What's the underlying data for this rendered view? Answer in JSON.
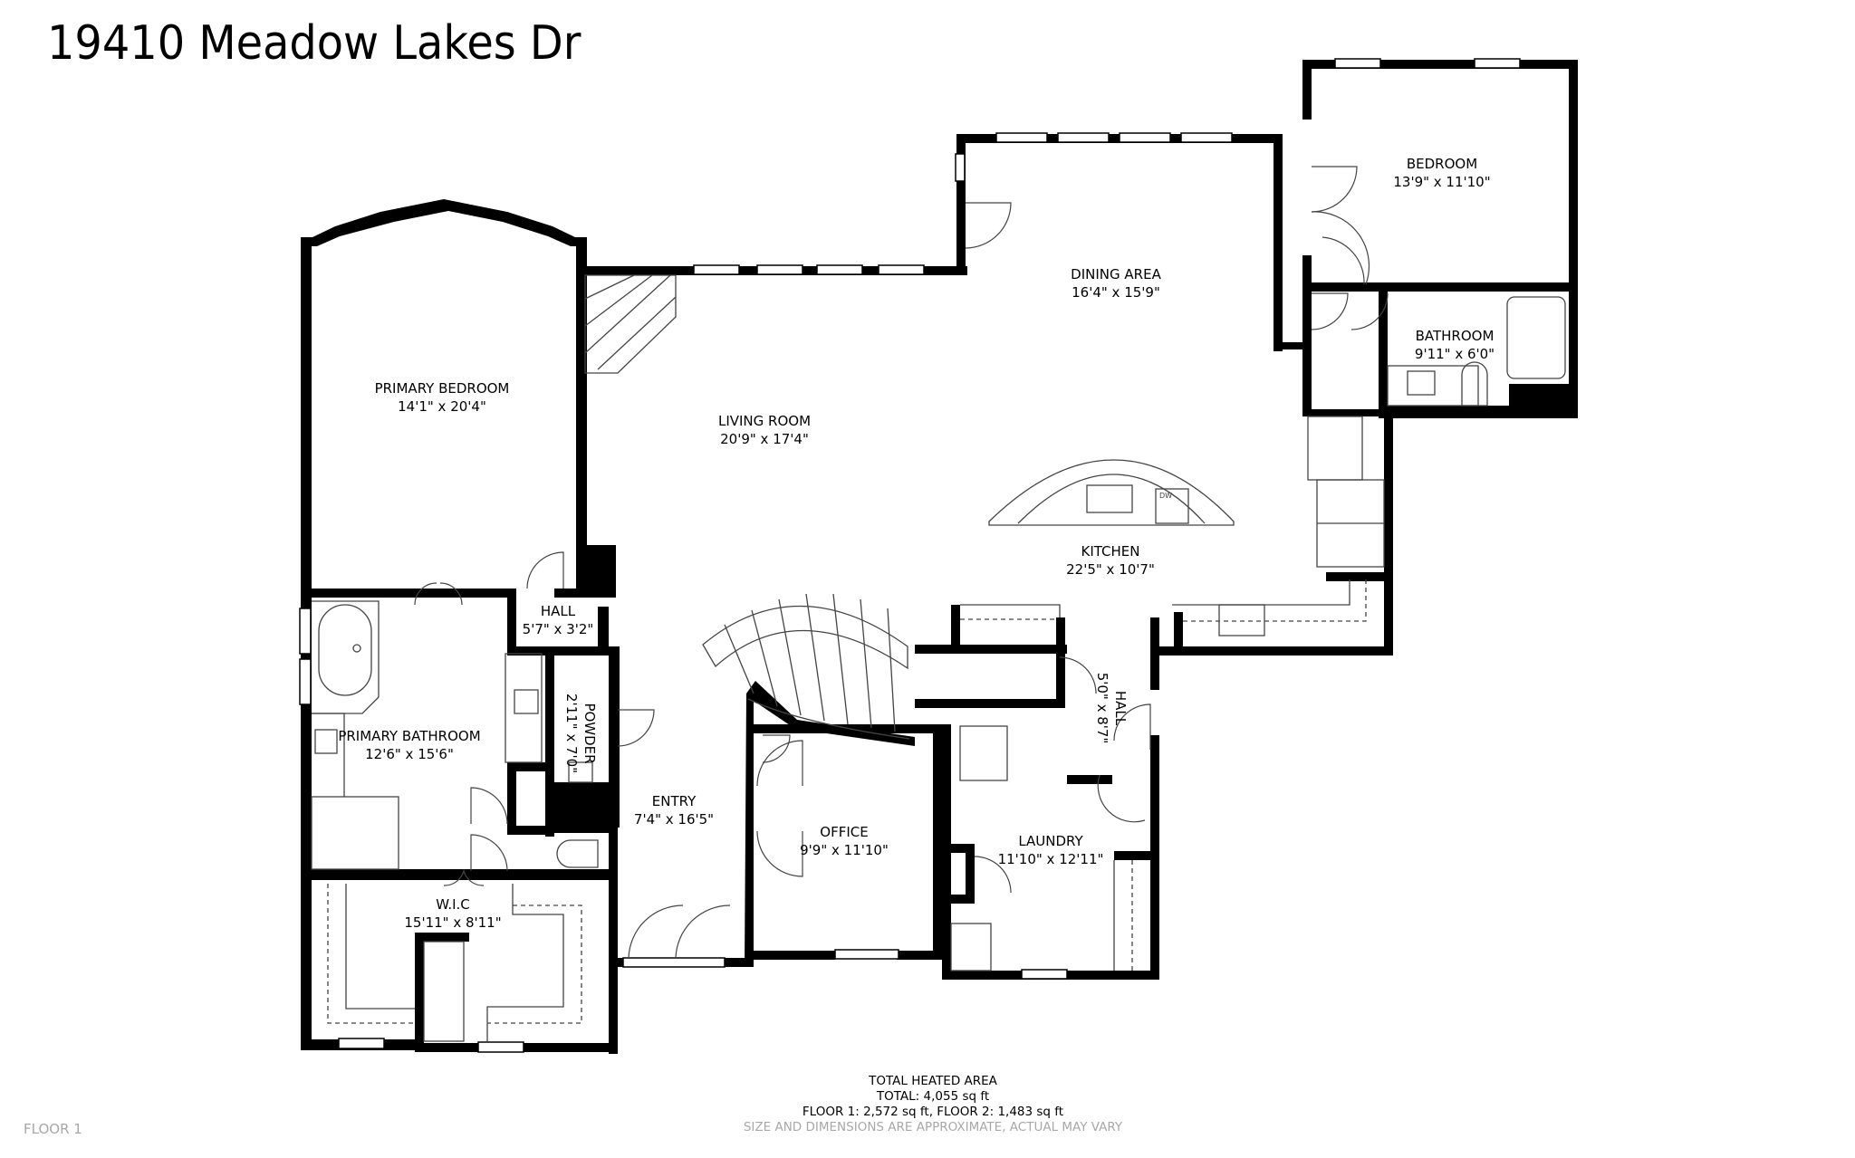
{
  "header": {
    "title": "19410 Meadow Lakes Dr"
  },
  "floor": {
    "label": "FLOOR 1"
  },
  "summary": {
    "heading": "TOTAL HEATED AREA",
    "total": "TOTAL: 4,055 sq ft",
    "floors": "FLOOR 1: 2,572 sq ft, FLOOR 2: 1,483 sq ft",
    "disclaimer": "SIZE AND DIMENSIONS ARE APPROXIMATE, ACTUAL MAY VARY"
  },
  "rooms": [
    {
      "id": "primary-bedroom",
      "name": "PRIMARY BEDROOM",
      "dims": "14'1\" x 20'4\""
    },
    {
      "id": "living-room",
      "name": "LIVING ROOM",
      "dims": "20'9\" x 17'4\""
    },
    {
      "id": "dining-area",
      "name": "DINING AREA",
      "dims": "16'4\" x 15'9\""
    },
    {
      "id": "bedroom",
      "name": "BEDROOM",
      "dims": "13'9\" x 11'10\""
    },
    {
      "id": "bathroom",
      "name": "BATHROOM",
      "dims": "9'11\" x 6'0\""
    },
    {
      "id": "kitchen",
      "name": "KITCHEN",
      "dims": "22'5\" x 10'7\""
    },
    {
      "id": "hall-1",
      "name": "HALL",
      "dims": "5'7\" x 3'2\""
    },
    {
      "id": "powder",
      "name": "POWDER",
      "dims": "2'11\" x 7'0\""
    },
    {
      "id": "primary-bathroom",
      "name": "PRIMARY BATHROOM",
      "dims": "12'6\" x 15'6\""
    },
    {
      "id": "entry",
      "name": "ENTRY",
      "dims": "7'4\" x 16'5\""
    },
    {
      "id": "office",
      "name": "OFFICE",
      "dims": "9'9\" x 11'10\""
    },
    {
      "id": "hall-2",
      "name": "HALL",
      "dims": "5'0\" x 8'7\""
    },
    {
      "id": "laundry",
      "name": "LAUNDRY",
      "dims": "11'10\" x 12'11\""
    },
    {
      "id": "wic",
      "name": "W.I.C",
      "dims": "15'11\" x 8'11\""
    }
  ],
  "fixtures": {
    "dishwasher_label": "DW"
  },
  "colors": {
    "wall": "#000000",
    "fixture_line": "#555555",
    "muted_text": "#a8a8a8"
  }
}
